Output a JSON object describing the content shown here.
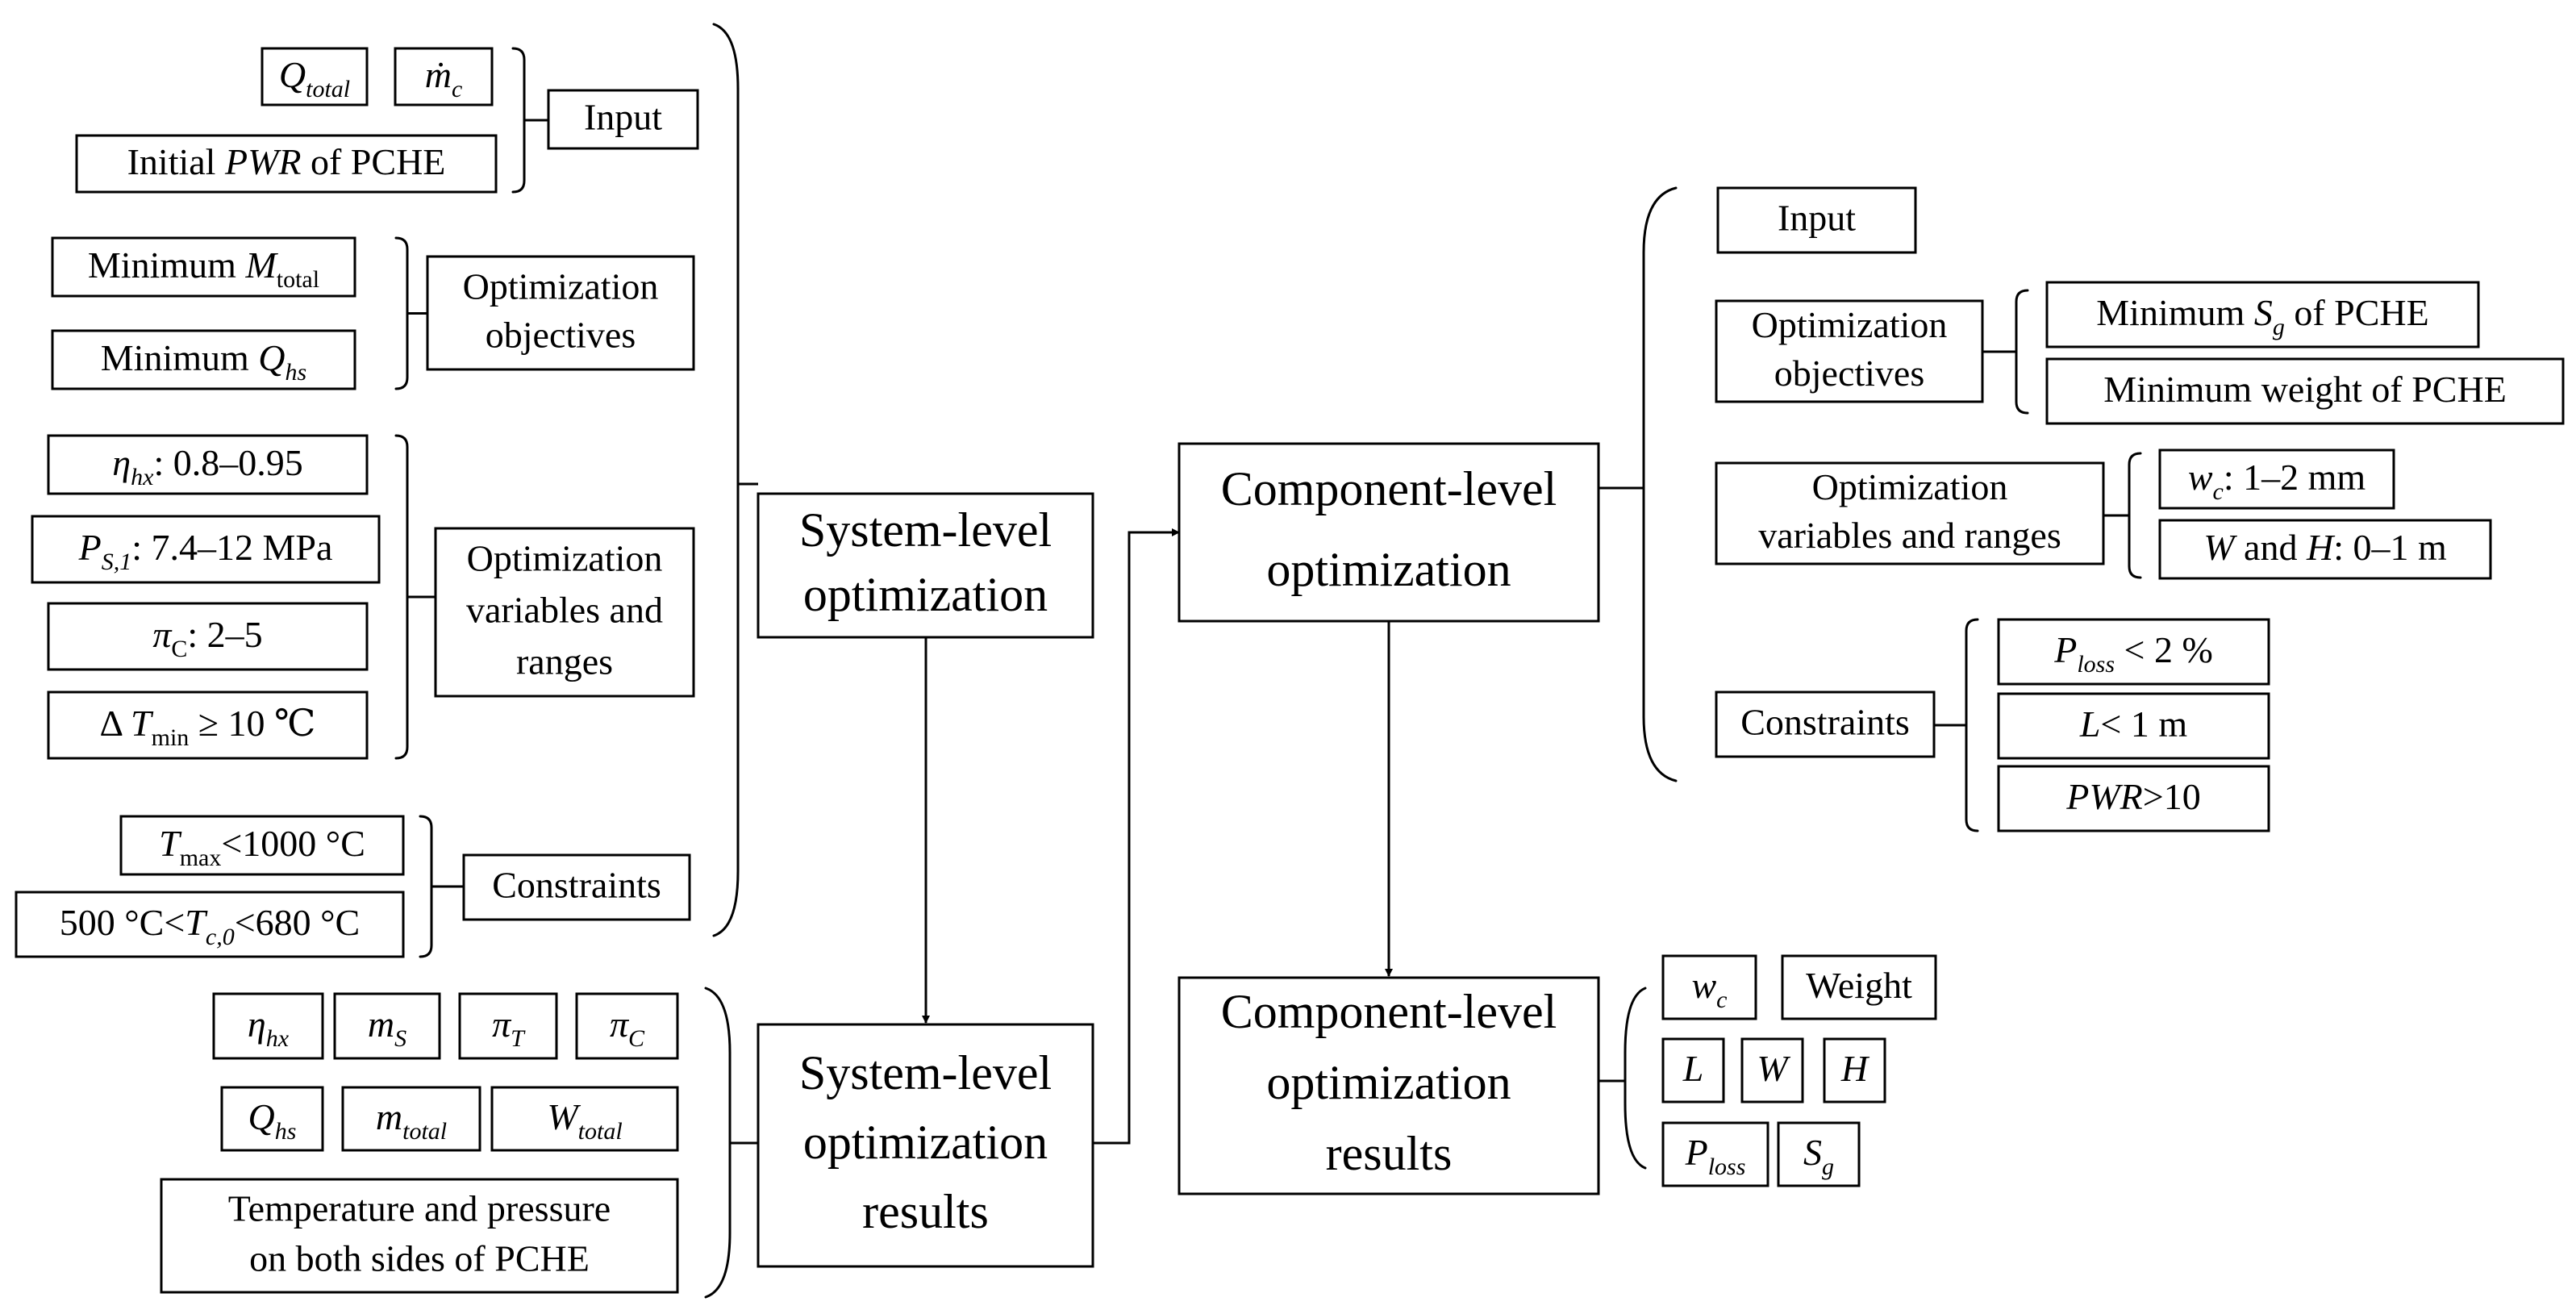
{
  "system_level": {
    "main_label": [
      "System-level",
      "optimization"
    ],
    "results_label": [
      "System-level",
      "optimization",
      "results"
    ],
    "input": {
      "label": "Input",
      "items": [
        {
          "sym": "Q",
          "sub": "total"
        },
        {
          "sym": "ṁ",
          "sub": "c"
        },
        {
          "pre": "Initial ",
          "it": "PWR",
          "post": " of PCHE"
        }
      ]
    },
    "objectives": {
      "label": [
        "Optimization",
        "objectives"
      ],
      "items": [
        {
          "pre": "Minimum ",
          "sym": "M",
          "sub": "total",
          "sub_italic": false
        },
        {
          "pre": "Minimum ",
          "sym": "Q",
          "sub": "hs"
        }
      ]
    },
    "variables": {
      "label": [
        "Optimization",
        "variables and",
        "ranges"
      ],
      "items": [
        {
          "sym": "η",
          "sub": "hx",
          "post": ": 0.8–0.95"
        },
        {
          "sym": "P",
          "sub": "S,1",
          "post": ": 7.4–12 MPa"
        },
        {
          "sym": "π",
          "sub": "C",
          "sub_italic": false,
          "post": ": 2–5"
        },
        {
          "pre": "Δ ",
          "sym": "T",
          "sub": "min",
          "sub_italic": false,
          "post": " ≥ 10 ℃"
        }
      ]
    },
    "constraints": {
      "label": "Constraints",
      "items": [
        {
          "sym": "T",
          "sub": "max",
          "sub_italic": false,
          "post": "<1000 °C"
        },
        {
          "pre": "500 °C<",
          "sym": "T",
          "sub": "c,0",
          "post": "<680 °C"
        }
      ]
    },
    "results": [
      {
        "sym": "η",
        "sub": "hx"
      },
      {
        "sym": "m",
        "sub": "S"
      },
      {
        "sym": "π",
        "sub": "T"
      },
      {
        "sym": "π",
        "sub": "C"
      },
      {
        "sym": "Q",
        "sub": "hs"
      },
      {
        "sym": "m",
        "sub": "total"
      },
      {
        "sym": "W",
        "sub": "total"
      },
      {
        "lines": [
          "Temperature and pressure",
          "on both sides of PCHE"
        ]
      }
    ]
  },
  "component_level": {
    "main_label": [
      "Component-level",
      "optimization"
    ],
    "results_label": [
      "Component-level",
      "optimization",
      "results"
    ],
    "input": {
      "label": "Input"
    },
    "objectives": {
      "label": [
        "Optimization",
        "objectives"
      ],
      "items": [
        {
          "pre": "Minimum ",
          "sym": "S",
          "sub": "g",
          "post": " of PCHE"
        },
        {
          "pre": "Minimum weight of PCHE"
        }
      ]
    },
    "variables": {
      "label": [
        "Optimization",
        "variables and ranges"
      ],
      "items": [
        {
          "sym": "w",
          "sub": "c",
          "post": ": 1–2 mm"
        },
        {
          "sym": "W",
          "post": " and ",
          "sym2": "H",
          "post2": ": 0–1 m"
        }
      ]
    },
    "constraints": {
      "label": "Constraints",
      "items": [
        {
          "sym": "P",
          "sub": "loss",
          "post": " < 2 %"
        },
        {
          "sym": "L",
          "post": "< 1 m"
        },
        {
          "sym": "PWR",
          "post": ">10"
        }
      ]
    },
    "results": [
      {
        "sym": "w",
        "sub": "c"
      },
      {
        "pre": "Weight"
      },
      {
        "sym": "L"
      },
      {
        "sym": "W"
      },
      {
        "sym": "H"
      },
      {
        "sym": "P",
        "sub": "loss"
      },
      {
        "sym": "S",
        "sub": "g"
      }
    ]
  }
}
